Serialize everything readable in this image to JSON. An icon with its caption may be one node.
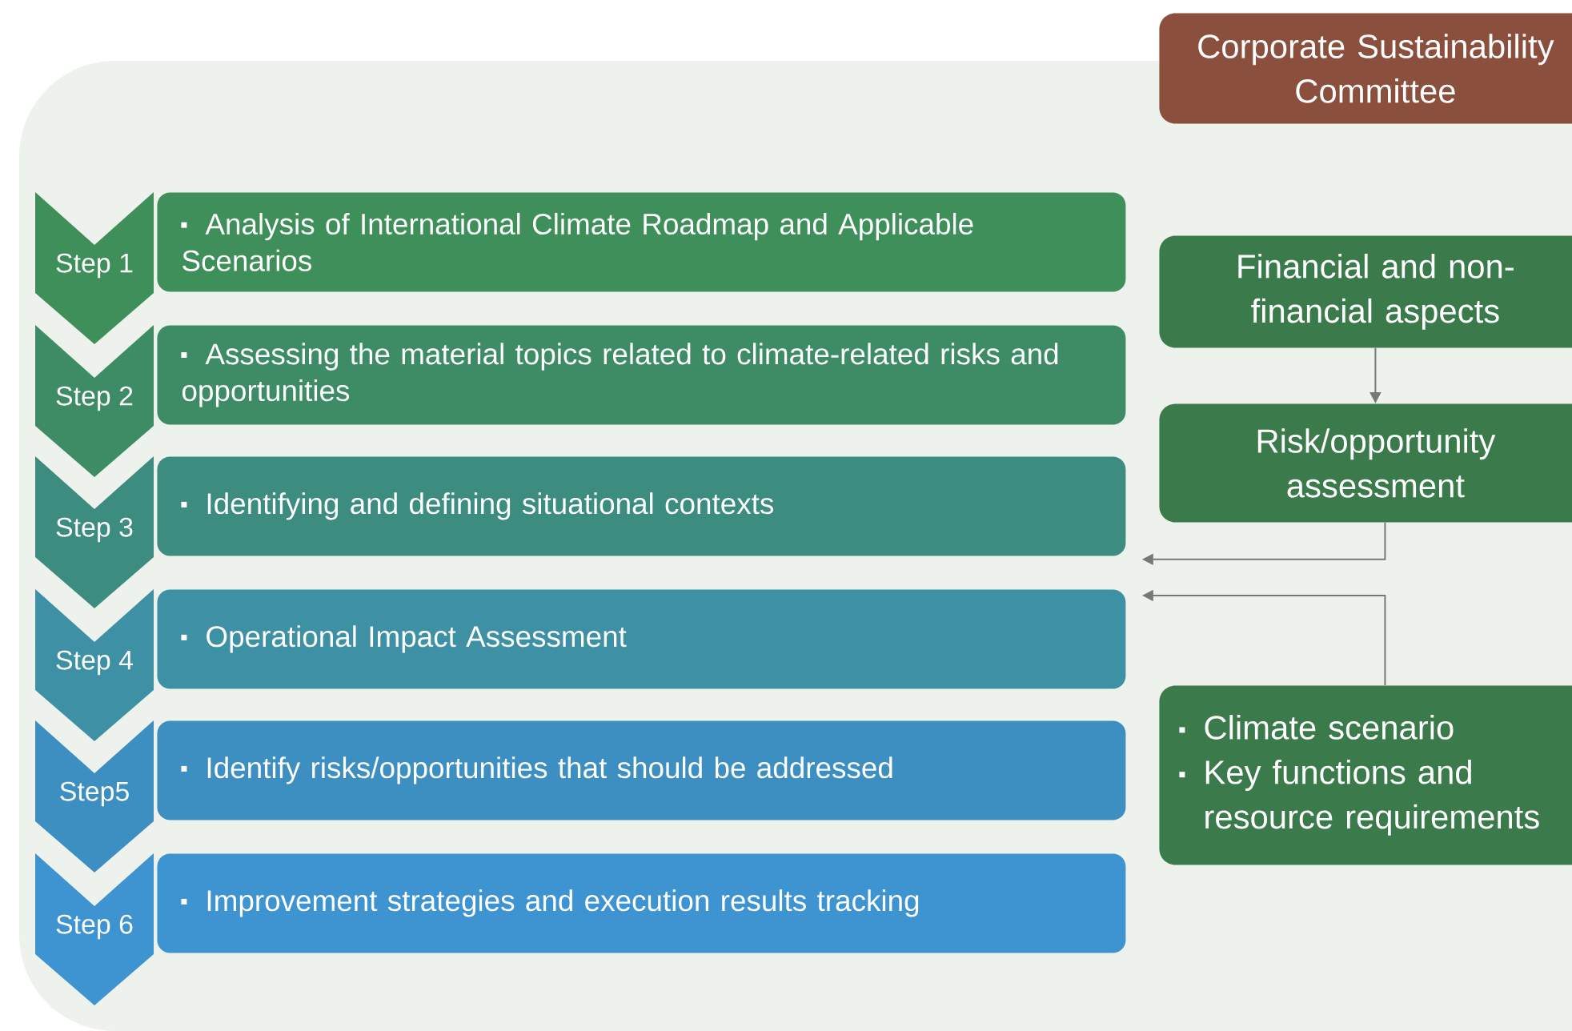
{
  "diagram": {
    "nodes": [
      {
        "text": [
          "Corporate Sustainability Committee"
        ]
      },
      {
        "text": [
          "Step 1"
        ]
      },
      {
        "text": [
          "Analysis of International Climate Roadmap and Applicable Scenarios"
        ]
      },
      {
        "text": [
          "Step 2"
        ]
      },
      {
        "text": [
          "Assessing the material topics related to climate-related risks and opportunities"
        ]
      },
      {
        "text": [
          "Step 3"
        ]
      },
      {
        "text": [
          "Identifying and defining situational contexts"
        ]
      },
      {
        "text": [
          "Step 4"
        ]
      },
      {
        "text": [
          "Operational Impact Assessment"
        ]
      },
      {
        "text": [
          "Step5"
        ]
      },
      {
        "text": [
          "Identify risks/opportunities that should be addressed"
        ]
      },
      {
        "text": [
          "Step 6"
        ]
      },
      {
        "text": [
          "Improvement strategies and execution results tracking"
        ]
      },
      {
        "text": [
          "Financial and non-financial aspects"
        ]
      },
      {
        "text": [
          "Risk/opportunity assessment"
        ]
      },
      {
        "text": [
          "Climate scenario",
          "Key functions and resource requirements"
        ]
      }
    ],
    "edges": [
      {
        "from": 13,
        "to": 14,
        "arrow": "to"
      },
      {
        "from": 14,
        "to": 6,
        "arrow": "to"
      },
      {
        "from": 15,
        "to": 8,
        "arrow": "to"
      }
    ]
  }
}
